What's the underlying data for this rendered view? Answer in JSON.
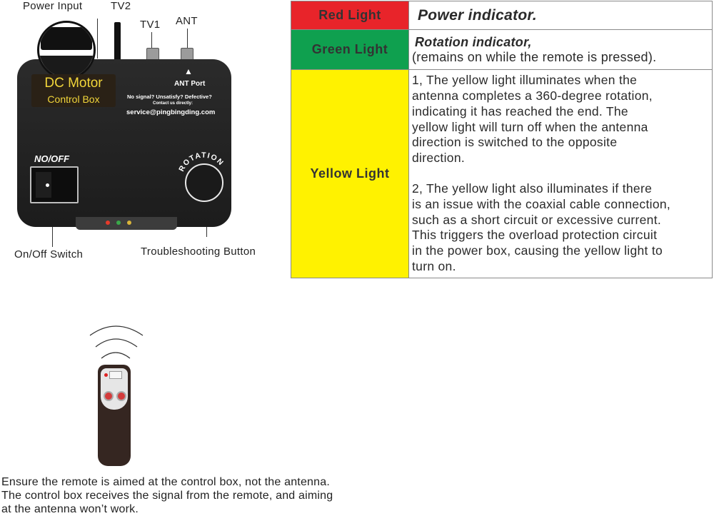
{
  "callouts": {
    "power_input": "Power Input",
    "tv2": "TV2",
    "tv1": "TV1",
    "ant": "ANT",
    "on_off_switch": "On/Off Switch",
    "troubleshooting_button": "Troubleshooting Button"
  },
  "device": {
    "label_line1": "DC Motor",
    "label_line2": "Control Box",
    "ant_port": "ANT Port",
    "support_question": "No signal?  Unsatisfy?  Defective?",
    "contact_line": "Contact us directly:",
    "email": "service@pingbingding.com",
    "switch_label": "NO/OFF",
    "rotation_label": "ROTATION"
  },
  "lights_table": {
    "red": {
      "label": "Red Light",
      "color": "#e8242a",
      "description": "Power indicator."
    },
    "green": {
      "label": "Green Light",
      "color": "#0fa04f",
      "description_line1": "Rotation  indicator,",
      "description_line2": "(remains on while the remote is pressed)."
    },
    "yellow": {
      "label": "Yellow Light",
      "color": "#fff200",
      "para1": [
        "1, The yellow light illuminates when the",
        "antenna completes a 360-degree rotation,",
        "indicating it has reached the end. The",
        "yellow light will turn off when the antenna",
        "direction is switched to the opposite",
        "direction."
      ],
      "para2": [
        "2, The yellow light also illuminates if there",
        "is an issue with the coaxial cable connection,",
        "such as a short circuit or excessive current.",
        "This triggers the overload protection circuit",
        "in the power box, causing the yellow light to",
        "turn on."
      ]
    }
  },
  "remote_note": [
    "Ensure the remote is aimed at the control box, not the antenna.",
    "The control box receives the signal from the remote, and aiming",
    "at the antenna won’t work."
  ]
}
